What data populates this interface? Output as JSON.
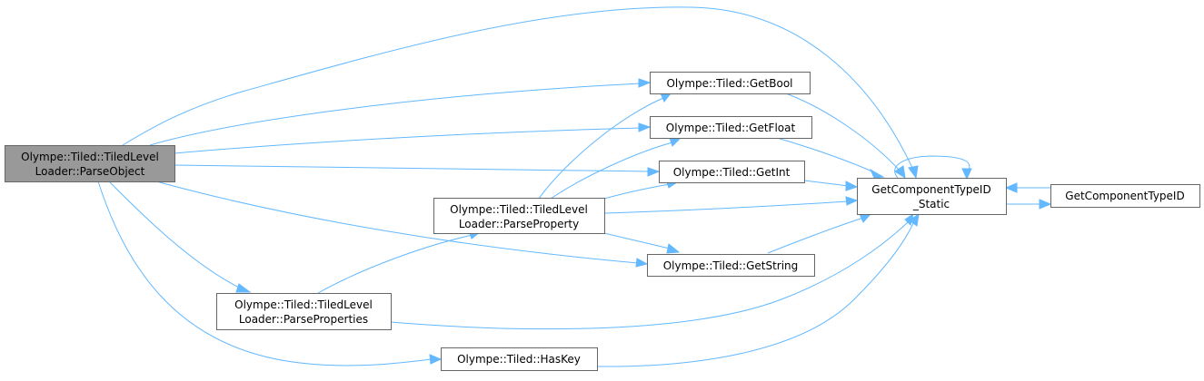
{
  "diagram": {
    "type": "call-graph",
    "colors": {
      "edge": "#63b8ff",
      "root_fill": "#999999",
      "node_fill": "#ffffff",
      "node_border": "#666666"
    },
    "nodes": {
      "parse_object": {
        "lines": [
          "Olympe::Tiled::TiledLevel",
          "Loader::ParseObject"
        ],
        "root": true
      },
      "get_bool": {
        "lines": [
          "Olympe::Tiled::GetBool"
        ]
      },
      "get_float": {
        "lines": [
          "Olympe::Tiled::GetFloat"
        ]
      },
      "get_int": {
        "lines": [
          "Olympe::Tiled::GetInt"
        ]
      },
      "parse_property": {
        "lines": [
          "Olympe::Tiled::TiledLevel",
          "Loader::ParseProperty"
        ]
      },
      "get_string": {
        "lines": [
          "Olympe::Tiled::GetString"
        ]
      },
      "parse_properties": {
        "lines": [
          "Olympe::Tiled::TiledLevel",
          "Loader::ParseProperties"
        ]
      },
      "has_key": {
        "lines": [
          "Olympe::Tiled::HasKey"
        ]
      },
      "get_component_type_id_static": {
        "lines": [
          "GetComponentTypeID",
          "_Static"
        ]
      },
      "get_component_type_id": {
        "lines": [
          "GetComponentTypeID"
        ]
      }
    },
    "edges": [
      {
        "from": "parse_object",
        "to": "get_component_type_id_static"
      },
      {
        "from": "parse_object",
        "to": "get_bool"
      },
      {
        "from": "parse_object",
        "to": "get_float"
      },
      {
        "from": "parse_object",
        "to": "get_int"
      },
      {
        "from": "parse_object",
        "to": "get_string"
      },
      {
        "from": "parse_object",
        "to": "parse_properties"
      },
      {
        "from": "parse_object",
        "to": "has_key"
      },
      {
        "from": "parse_properties",
        "to": "parse_property"
      },
      {
        "from": "parse_properties",
        "to": "get_component_type_id_static"
      },
      {
        "from": "parse_property",
        "to": "get_bool"
      },
      {
        "from": "parse_property",
        "to": "get_float"
      },
      {
        "from": "parse_property",
        "to": "get_int"
      },
      {
        "from": "parse_property",
        "to": "get_string"
      },
      {
        "from": "parse_property",
        "to": "get_component_type_id_static"
      },
      {
        "from": "get_bool",
        "to": "get_component_type_id_static"
      },
      {
        "from": "get_float",
        "to": "get_component_type_id_static"
      },
      {
        "from": "get_int",
        "to": "get_component_type_id_static"
      },
      {
        "from": "get_string",
        "to": "get_component_type_id_static"
      },
      {
        "from": "has_key",
        "to": "get_component_type_id_static"
      },
      {
        "from": "get_component_type_id_static",
        "to": "get_component_type_id_static"
      },
      {
        "from": "get_component_type_id_static",
        "to": "get_component_type_id"
      },
      {
        "from": "get_component_type_id",
        "to": "get_component_type_id_static"
      }
    ]
  }
}
